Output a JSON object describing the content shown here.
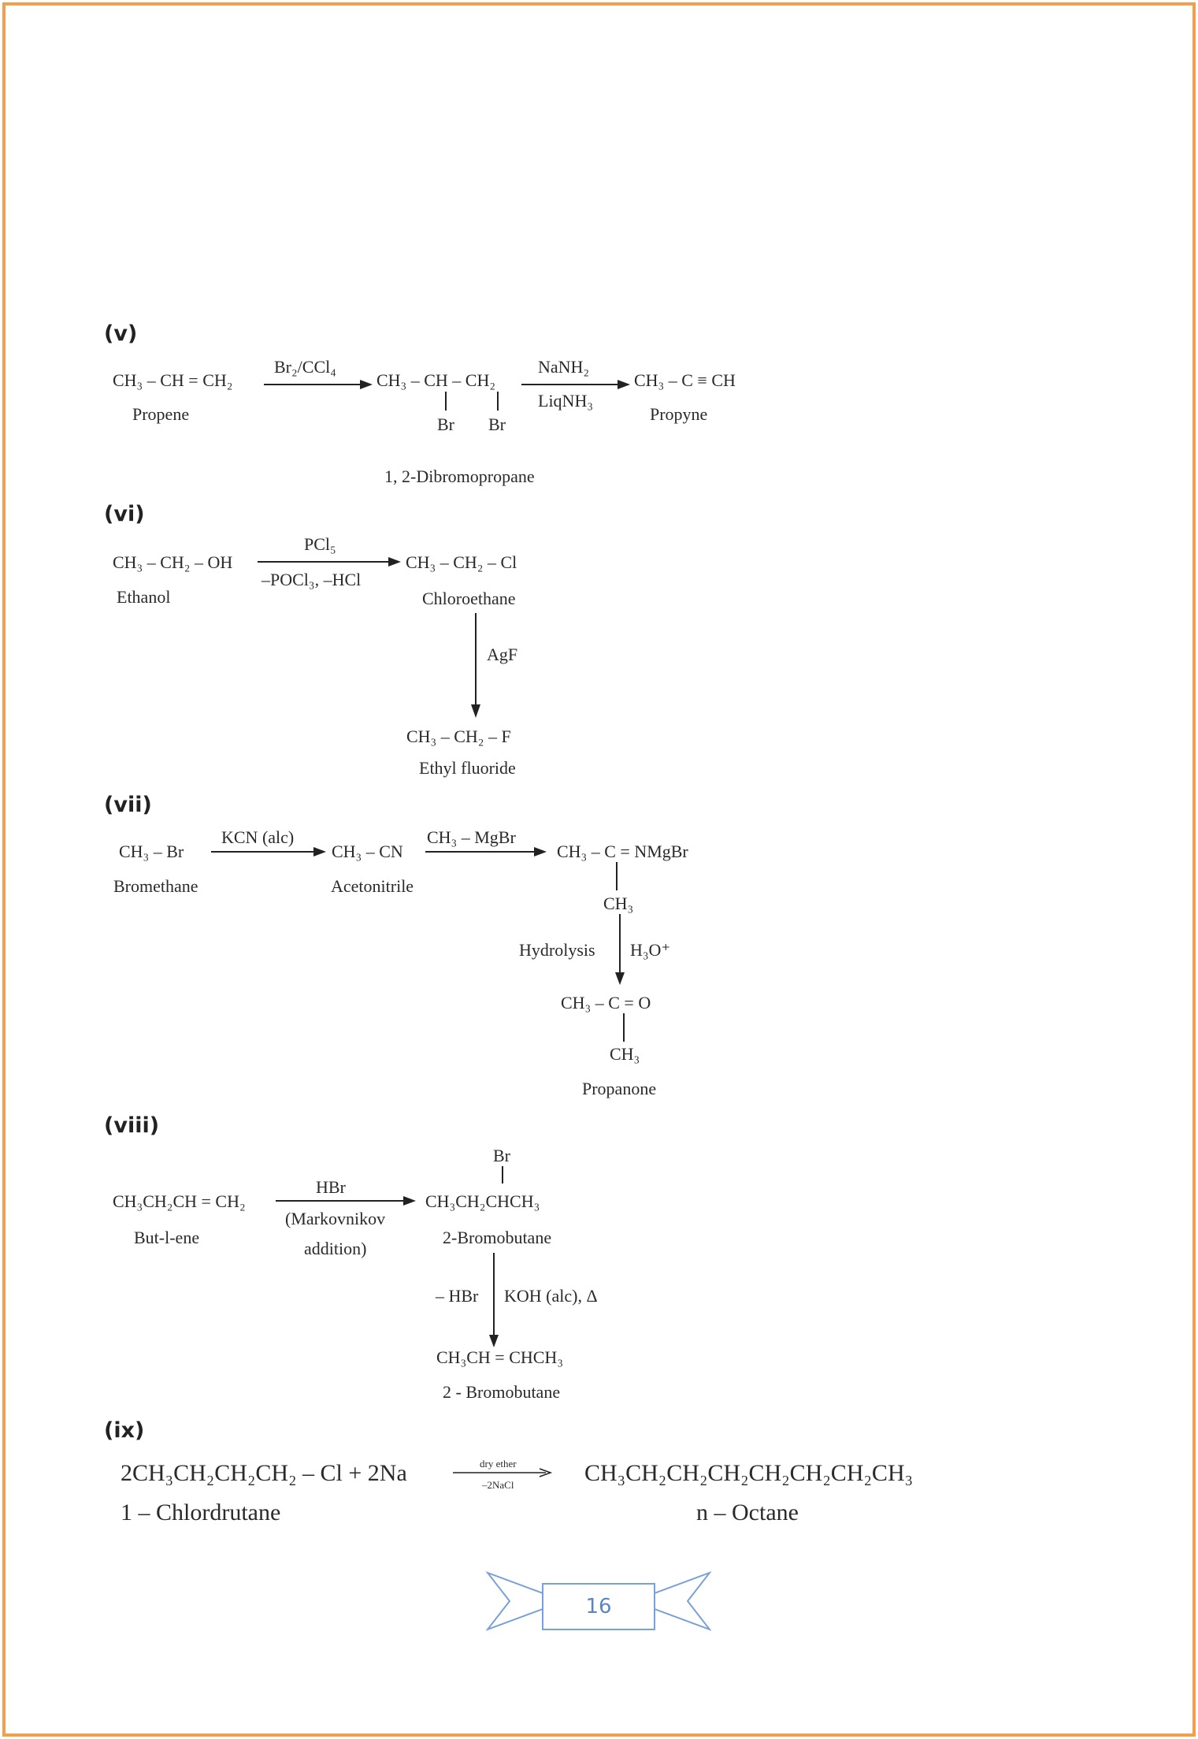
{
  "colors": {
    "border": "#f0a04b",
    "ribbon": "#7aa0d8",
    "page_number": "#5b86c5"
  },
  "sections": [
    {
      "label": "(v)",
      "reactant": "CH₃ – CH = CH₂",
      "reactant_name": "Propene",
      "reagent_1": "Br₂/CCl₄",
      "intermediate": "CH₃ – CH – CH₂",
      "br_1": "Br",
      "br_2": "Br",
      "intermediate_name": "1, 2-Dibromopropane",
      "reagent_2_top": "NaNH₂",
      "reagent_2_bottom": "LiqNH₃",
      "product": "CH₃ – C ≡ CH",
      "product_name": "Propyne"
    },
    {
      "label": "(vi)",
      "reactant": "CH₃ – CH₂ – OH",
      "reactant_name": "Ethanol",
      "reagent_top": "PCl₅",
      "reagent_bottom": "–POCl₃, –HCl",
      "intermediate": "CH₃ – CH₂ – Cl",
      "intermediate_name": "Chloroethane",
      "reagent_2": "AgF",
      "product": "CH₃ – CH₂ – F",
      "product_name": "Ethyl fluoride"
    },
    {
      "label": "(vii)",
      "reactant": "CH₃ – Br",
      "reactant_name": "Bromethane",
      "reagent_1": "KCN (alc)",
      "intermediate": "CH₃ – CN",
      "intermediate_name": "Acetonitrile",
      "reagent_2": "CH₃ – MgBr",
      "adduct": "CH₃ – C = NMgBr",
      "adduct_ch3": "CH₃",
      "reagent_3_left": "Hydrolysis",
      "reagent_3_right": "H₃O⁺",
      "product": "CH₃ – C = O",
      "product_ch3": "CH₃",
      "product_name": "Propanone"
    },
    {
      "label": "(viii)",
      "reactant": "CH₃CH₂CH = CH₂",
      "reactant_name": "But-l-ene",
      "reagent_top": "HBr",
      "reagent_bottom_1": "(Markovnikov",
      "reagent_bottom_2": "addition)",
      "br": "Br",
      "intermediate": "CH₃CH₂CHCH₃",
      "intermediate_name": "2-Bromobutane",
      "reagent_2_left": "– HBr",
      "reagent_2_right": "KOH (alc), Δ",
      "product": "CH₃CH = CHCH₃",
      "product_name": "2 - Bromobutane"
    },
    {
      "label": "(ix)",
      "reactant": "2CH₃CH₂CH₂CH₂ – Cl + 2Na",
      "reactant_name": "1 – Chlordrutane",
      "reagent_top": "dry ether",
      "reagent_bottom": "–2NaCl",
      "product": "CH₃CH₂CH₂CH₂CH₂CH₂CH₂CH₃",
      "product_name": "n – Octane"
    }
  ],
  "page_number": "16"
}
